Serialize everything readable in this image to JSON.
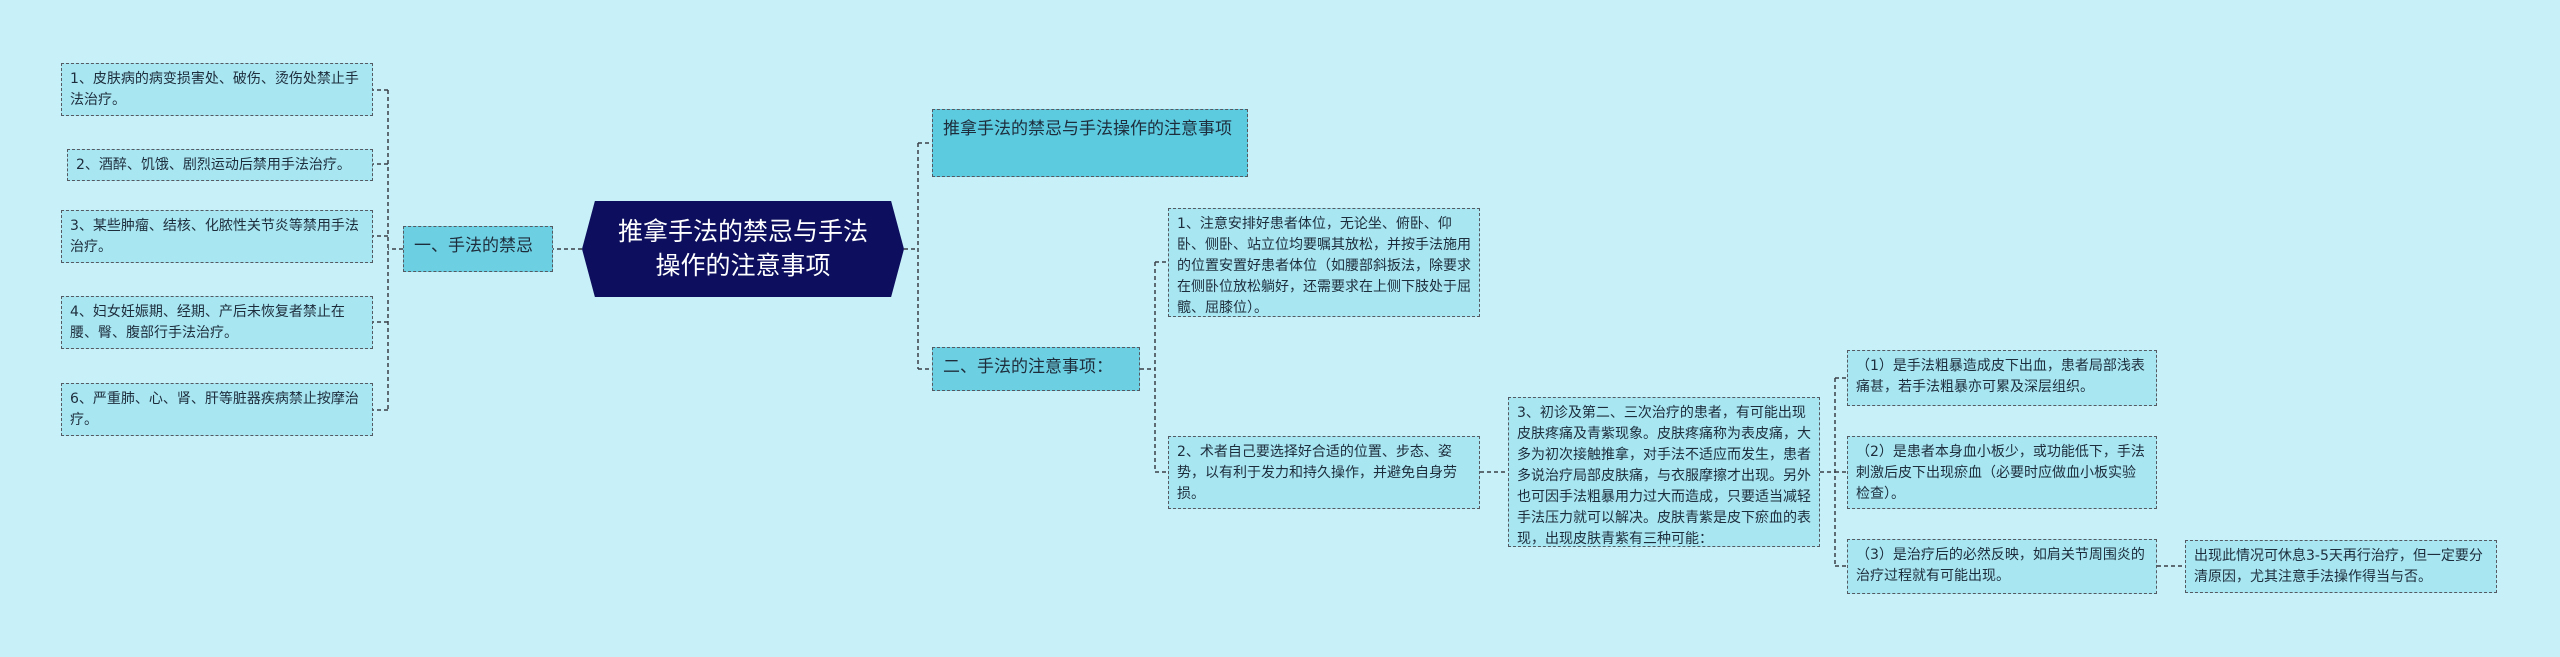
{
  "root": {
    "title": "推拿手法的禁忌与手法操作的注意事项"
  },
  "left_branch": {
    "label": "一、手法的禁忌",
    "items": [
      "1、皮肤病的病变损害处、破伤、烫伤处禁止手法治疗。",
      "2、酒醉、饥饿、剧烈运动后禁用手法治疗。",
      "3、某些肿瘤、结核、化脓性关节炎等禁用手法治疗。",
      "4、妇女妊娠期、经期、产后未恢复者禁止在腰、臀、腹部行手法治疗。",
      "6、严重肺、心、肾、肝等脏器疾病禁止按摩治疗。"
    ]
  },
  "right_top": {
    "label": "推拿手法的禁忌与手法操作的注意事项"
  },
  "right_branch": {
    "label": "二、手法的注意事项：",
    "item1": "1、注意安排好患者体位，无论坐、俯卧、仰卧、侧卧、站立位均要嘱其放松，并按手法施用的位置安置好患者体位（如腰部斜扳法，除要求在侧卧位放松躺好，还需要求在上侧下肢处于屈髋、屈膝位）。",
    "item2": "2、术者自己要选择好合适的位置、步态、姿势，以有利于发力和持久操作，并避免自身劳损。",
    "item3": "3、初诊及第二、三次治疗的患者，有可能出现皮肤疼痛及青紫现象。皮肤疼痛称为表皮痛，大多为初次接触推拿，对手法不适应而发生，患者多说治疗局部皮肤痛，与衣服摩擦才出现。另外也可因手法粗暴用力过大而造成，只要适当减轻手法压力就可以解决。皮肤青紫是皮下瘀血的表现，出现皮肤青紫有三种可能：",
    "sub": [
      "（1）是手法粗暴造成皮下出血，患者局部浅表痛甚，若手法粗暴亦可累及深层组织。",
      "（2）是患者本身血小板少，或功能低下，手法刺激后皮下出现瘀血（必要时应做血小板实验检查）。",
      "（3）是治疗后的必然反映，如肩关节周围炎的治疗过程就有可能出现。"
    ],
    "sub3_note": "出现此情况可休息3-5天再行治疗，但一定要分清原因，尤其注意手法操作得当与否。"
  },
  "colors": {
    "background": "#c8f0f8",
    "root_fill": "#0d0f5e",
    "branch_fill": "#6dd0e2",
    "leaf_fill": "#a8e6f2",
    "line": "#3a3f47"
  }
}
